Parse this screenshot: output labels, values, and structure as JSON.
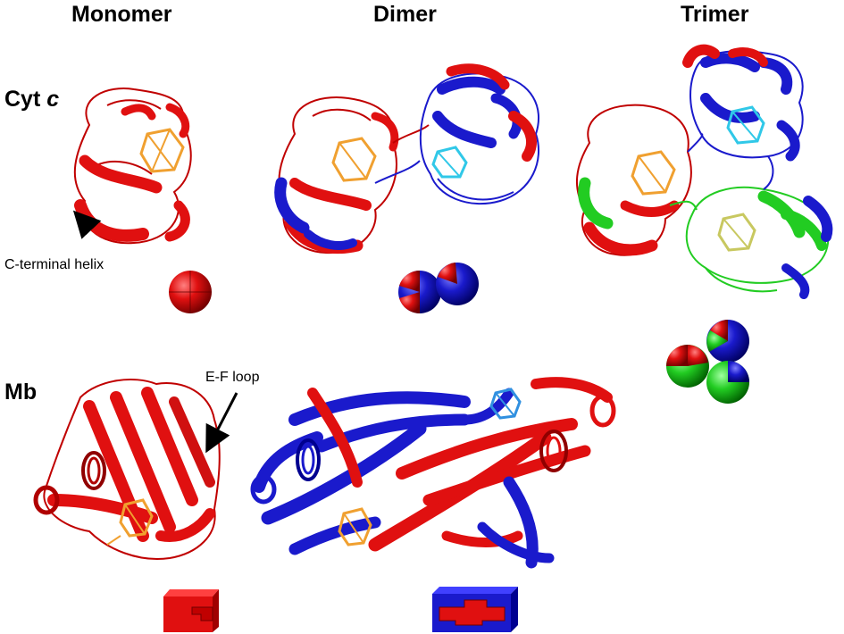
{
  "columns": {
    "monomer": "Monomer",
    "dimer": "Dimer",
    "trimer": "Trimer"
  },
  "rows": {
    "cyt_prefix": "Cyt ",
    "cyt_italic": "c",
    "mb": "Mb"
  },
  "annotations": {
    "c_terminal_helix": "C-terminal helix",
    "ef_loop": "E-F loop"
  },
  "colors": {
    "protomer_a": "#e01010",
    "protomer_b": "#1a1acc",
    "protomer_c": "#22cc22",
    "heme_a": "#f0a030",
    "heme_b": "#30c8e8",
    "heme_c": "#c8c860"
  }
}
